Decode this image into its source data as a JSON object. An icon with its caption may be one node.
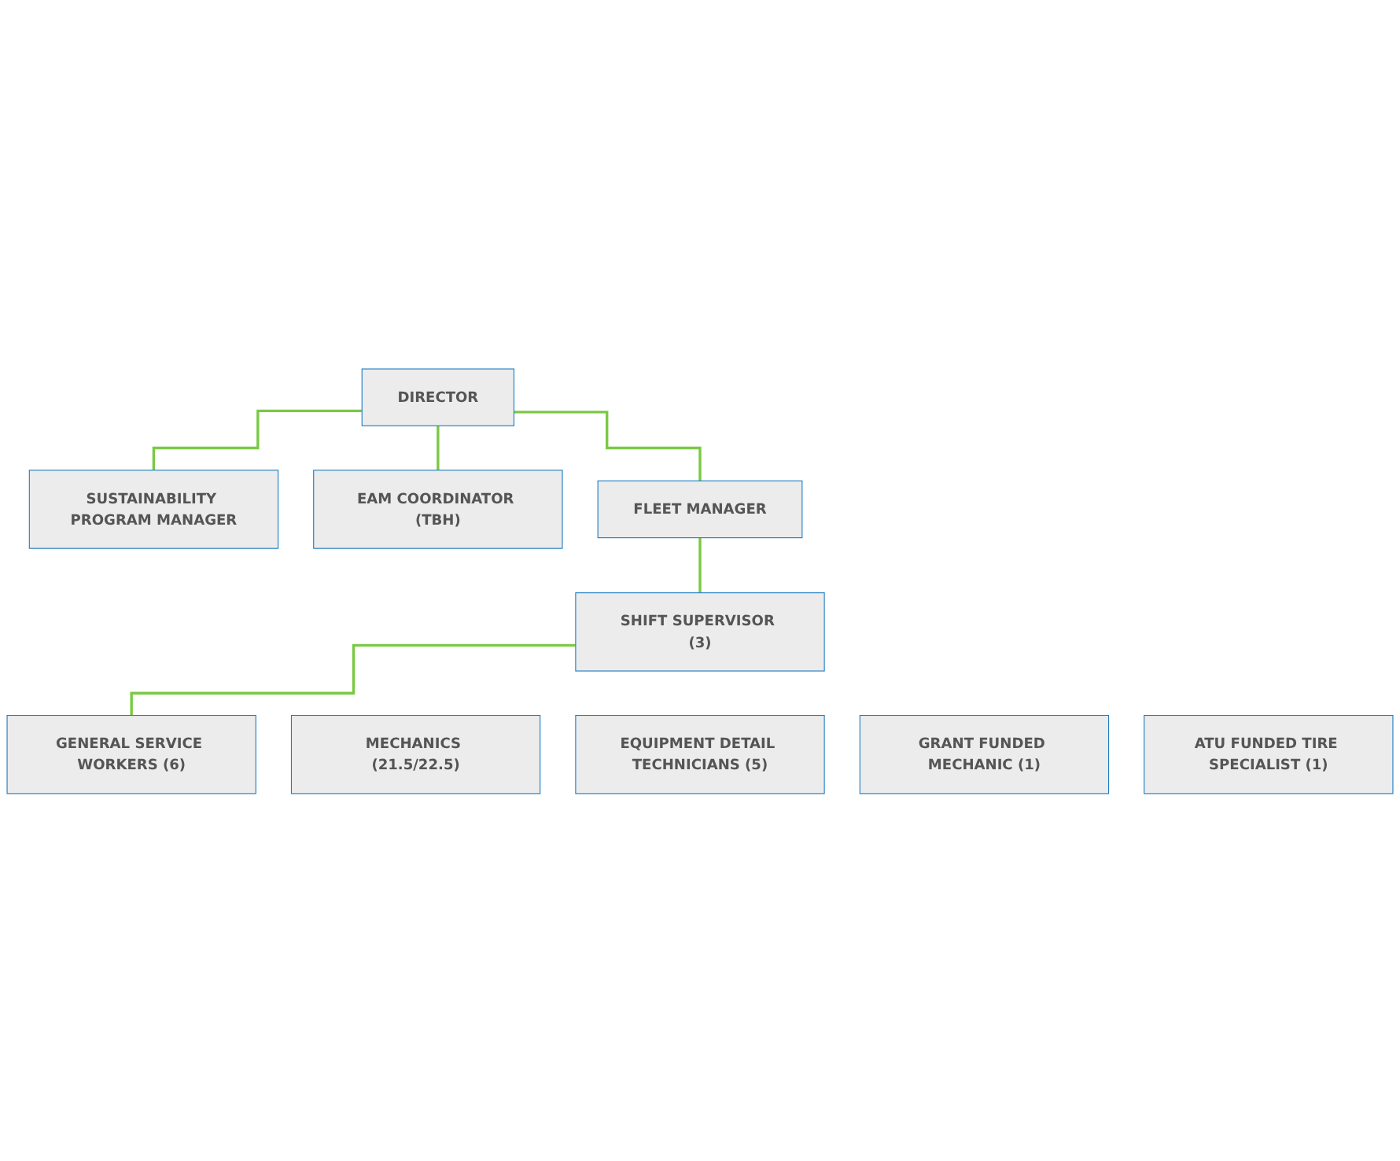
{
  "diagram": {
    "nodes": [
      {
        "text": [
          "DIRECTOR"
        ]
      },
      {
        "text": [
          "SUSTAINABILITY PROGRAM MANAGER"
        ]
      },
      {
        "text": [
          "EAM COORDINATOR (TBH)"
        ]
      },
      {
        "text": [
          "FLEET MANAGER"
        ]
      },
      {
        "text": [
          "SHIFT SUPERVISOR (3)"
        ]
      },
      {
        "text": [
          "GENERAL SERVICE WORKERS (6)"
        ]
      },
      {
        "text": [
          "MECHANICS (21.5/22.5)"
        ]
      },
      {
        "text": [
          "EQUIPMENT DETAIL TECHNICIANS (5)"
        ]
      },
      {
        "text": [
          "GRANT FUNDED MECHANIC (1)"
        ]
      },
      {
        "text": [
          "ATU FUNDED TIRE SPECIALIST (1)"
        ]
      }
    ],
    "edges": [
      {
        "from": 0,
        "to": 1,
        "arrow": "none",
        "color": "#7ac943"
      },
      {
        "from": 0,
        "to": 2,
        "arrow": "none",
        "color": "#7ac943"
      },
      {
        "from": 0,
        "to": 3,
        "arrow": "none",
        "color": "#7ac943"
      },
      {
        "from": 3,
        "to": 4,
        "arrow": "none",
        "color": "#7ac943"
      },
      {
        "from": 4,
        "to": 5,
        "arrow": "none",
        "color": "#7ac943"
      }
    ]
  }
}
